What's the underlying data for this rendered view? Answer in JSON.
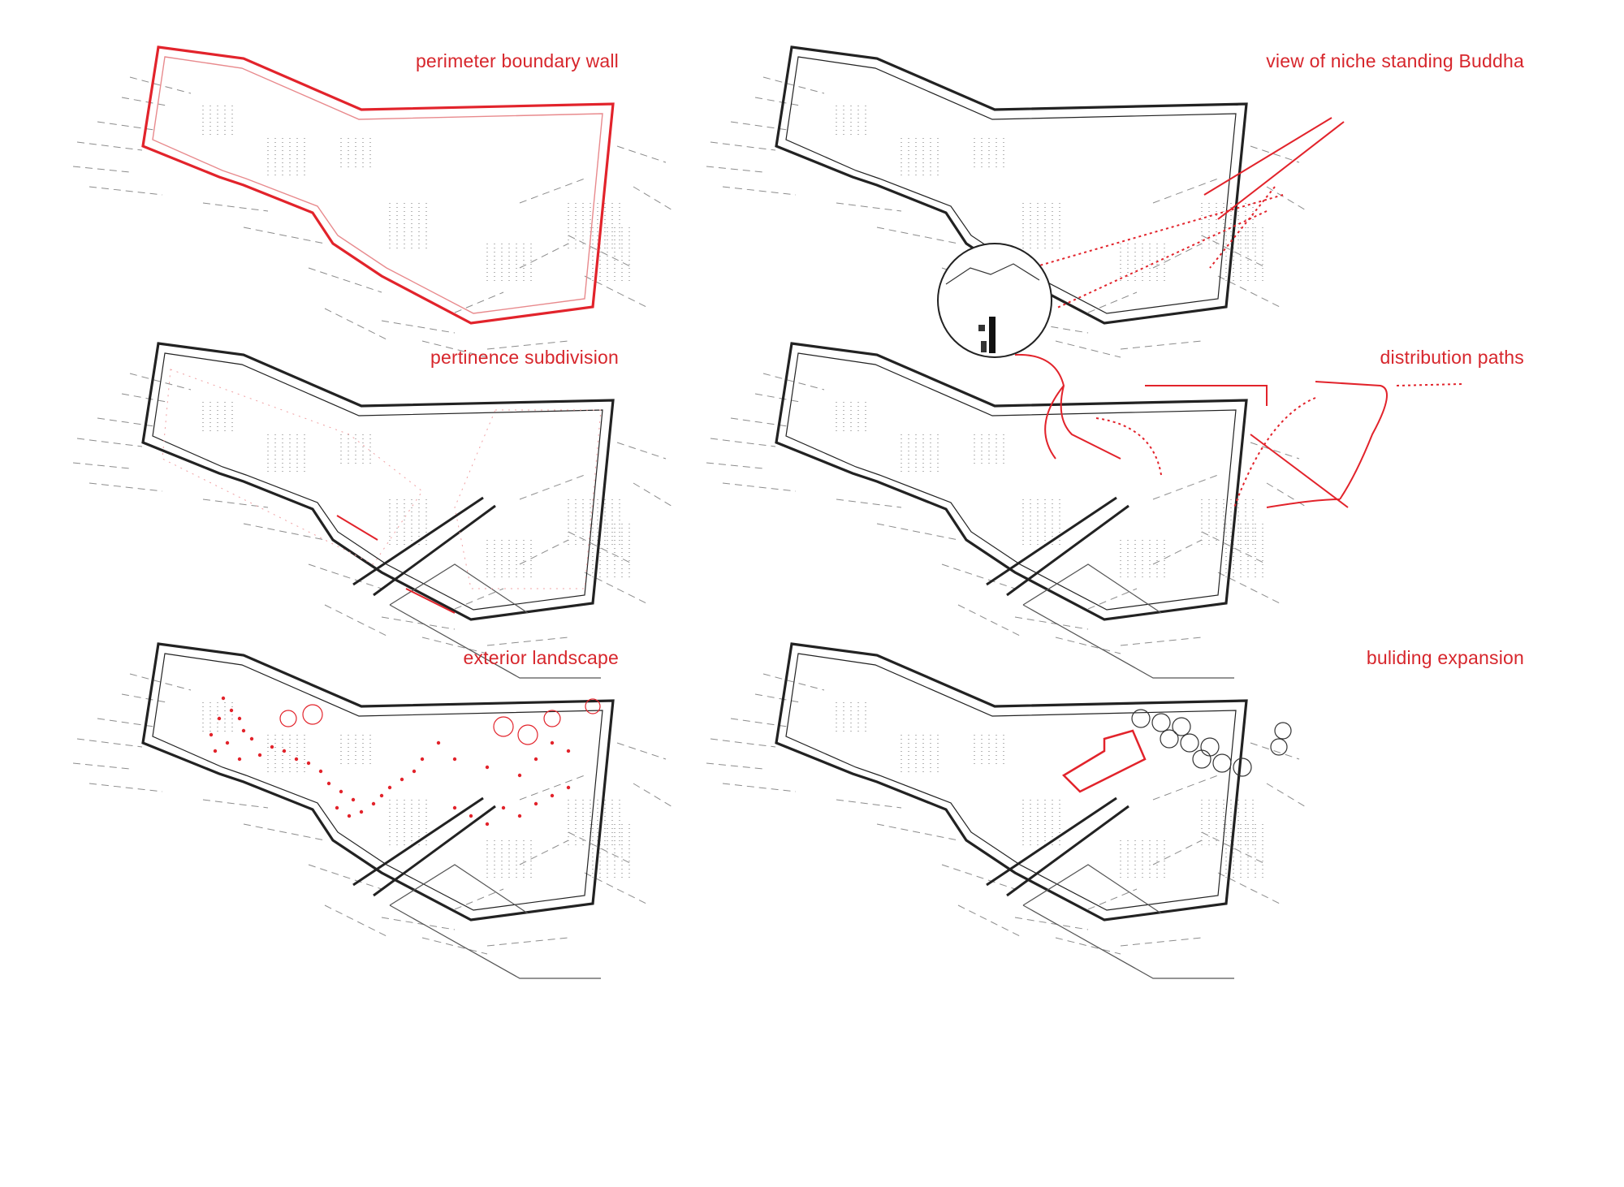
{
  "panels": [
    {
      "caption": "perimeter boundary wall",
      "accent": "#e2232b",
      "icon": "perimeter-wall-diagram"
    },
    {
      "caption": "view of niche standing Buddha",
      "accent": "#e2232b",
      "icon": "buddha-view-diagram"
    },
    {
      "caption": "pertinence subdivision",
      "accent": "#e2232b",
      "icon": "subdivision-diagram"
    },
    {
      "caption": "distribution paths",
      "accent": "#e2232b",
      "icon": "paths-diagram"
    },
    {
      "caption": "exterior landscape",
      "accent": "#e2232b",
      "icon": "landscape-diagram"
    },
    {
      "caption": "buliding expansion",
      "accent": "#e2232b",
      "icon": "expansion-diagram"
    }
  ],
  "colors": {
    "accent": "#e2232b",
    "line": "#222222",
    "terrain": "#8c8c8c"
  }
}
